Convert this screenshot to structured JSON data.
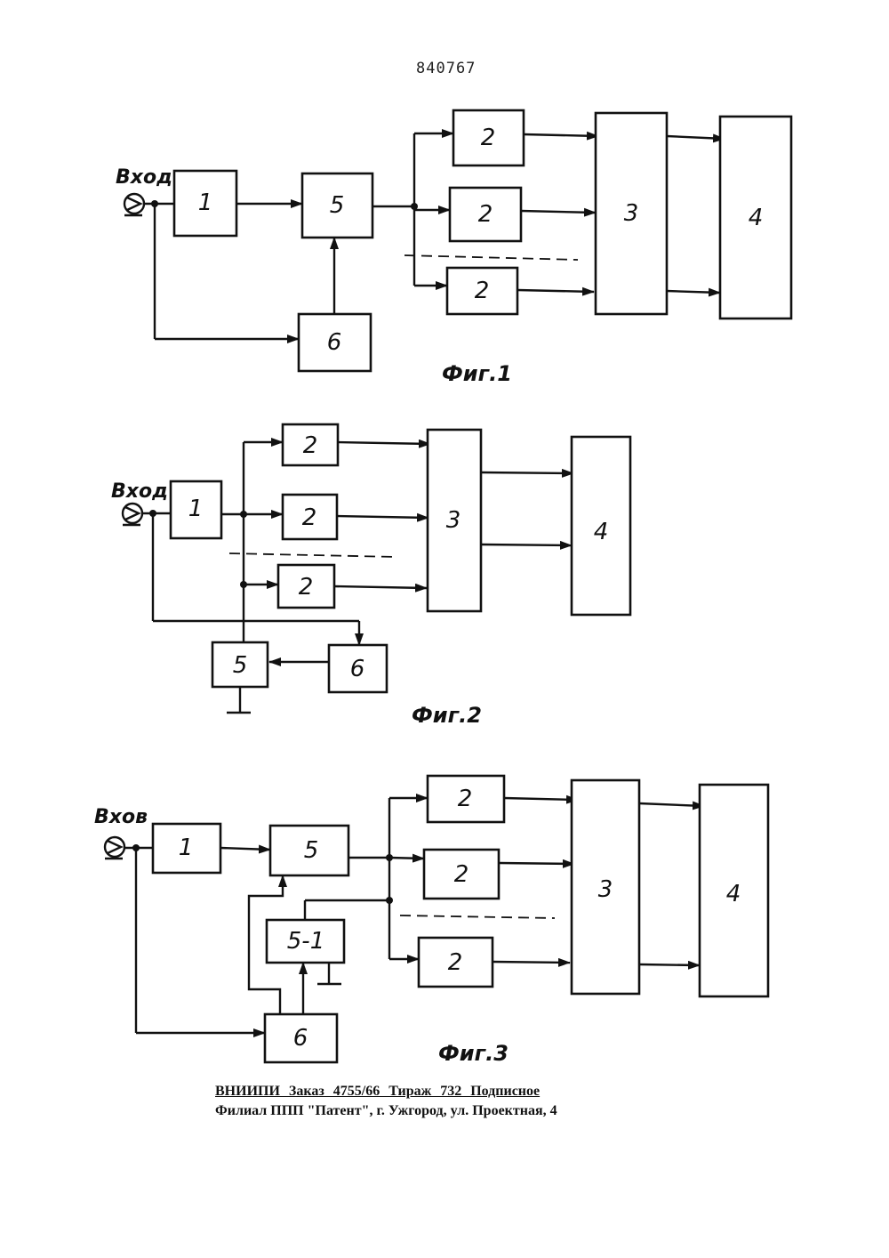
{
  "patent_number": "840767",
  "input_label": "Вход",
  "input_label_fig3": "Вхов",
  "figures": [
    {
      "caption": "Фиг.1",
      "blocks": {
        "b1": "1",
        "b5": "5",
        "b6": "6",
        "b2a": "2",
        "b2b": "2",
        "b2c": "2",
        "b3": "3",
        "b4": "4"
      }
    },
    {
      "caption": "Фиг.2",
      "blocks": {
        "b1": "1",
        "b5": "5",
        "b6": "6",
        "b2a": "2",
        "b2b": "2",
        "b2c": "2",
        "b3": "3",
        "b4": "4"
      }
    },
    {
      "caption": "Фиг.3",
      "blocks": {
        "b1": "1",
        "b5": "5",
        "b51": "5-1",
        "b6": "6",
        "b2a": "2",
        "b2b": "2",
        "b2c": "2",
        "b3": "3",
        "b4": "4"
      }
    }
  ],
  "footer": {
    "line1": "ВНИИПИ  Заказ 4755/66  Тираж 732  Подписное",
    "line2": "Филиал ППП \"Патент\", г. Ужгород, ул. Проектная, 4"
  }
}
